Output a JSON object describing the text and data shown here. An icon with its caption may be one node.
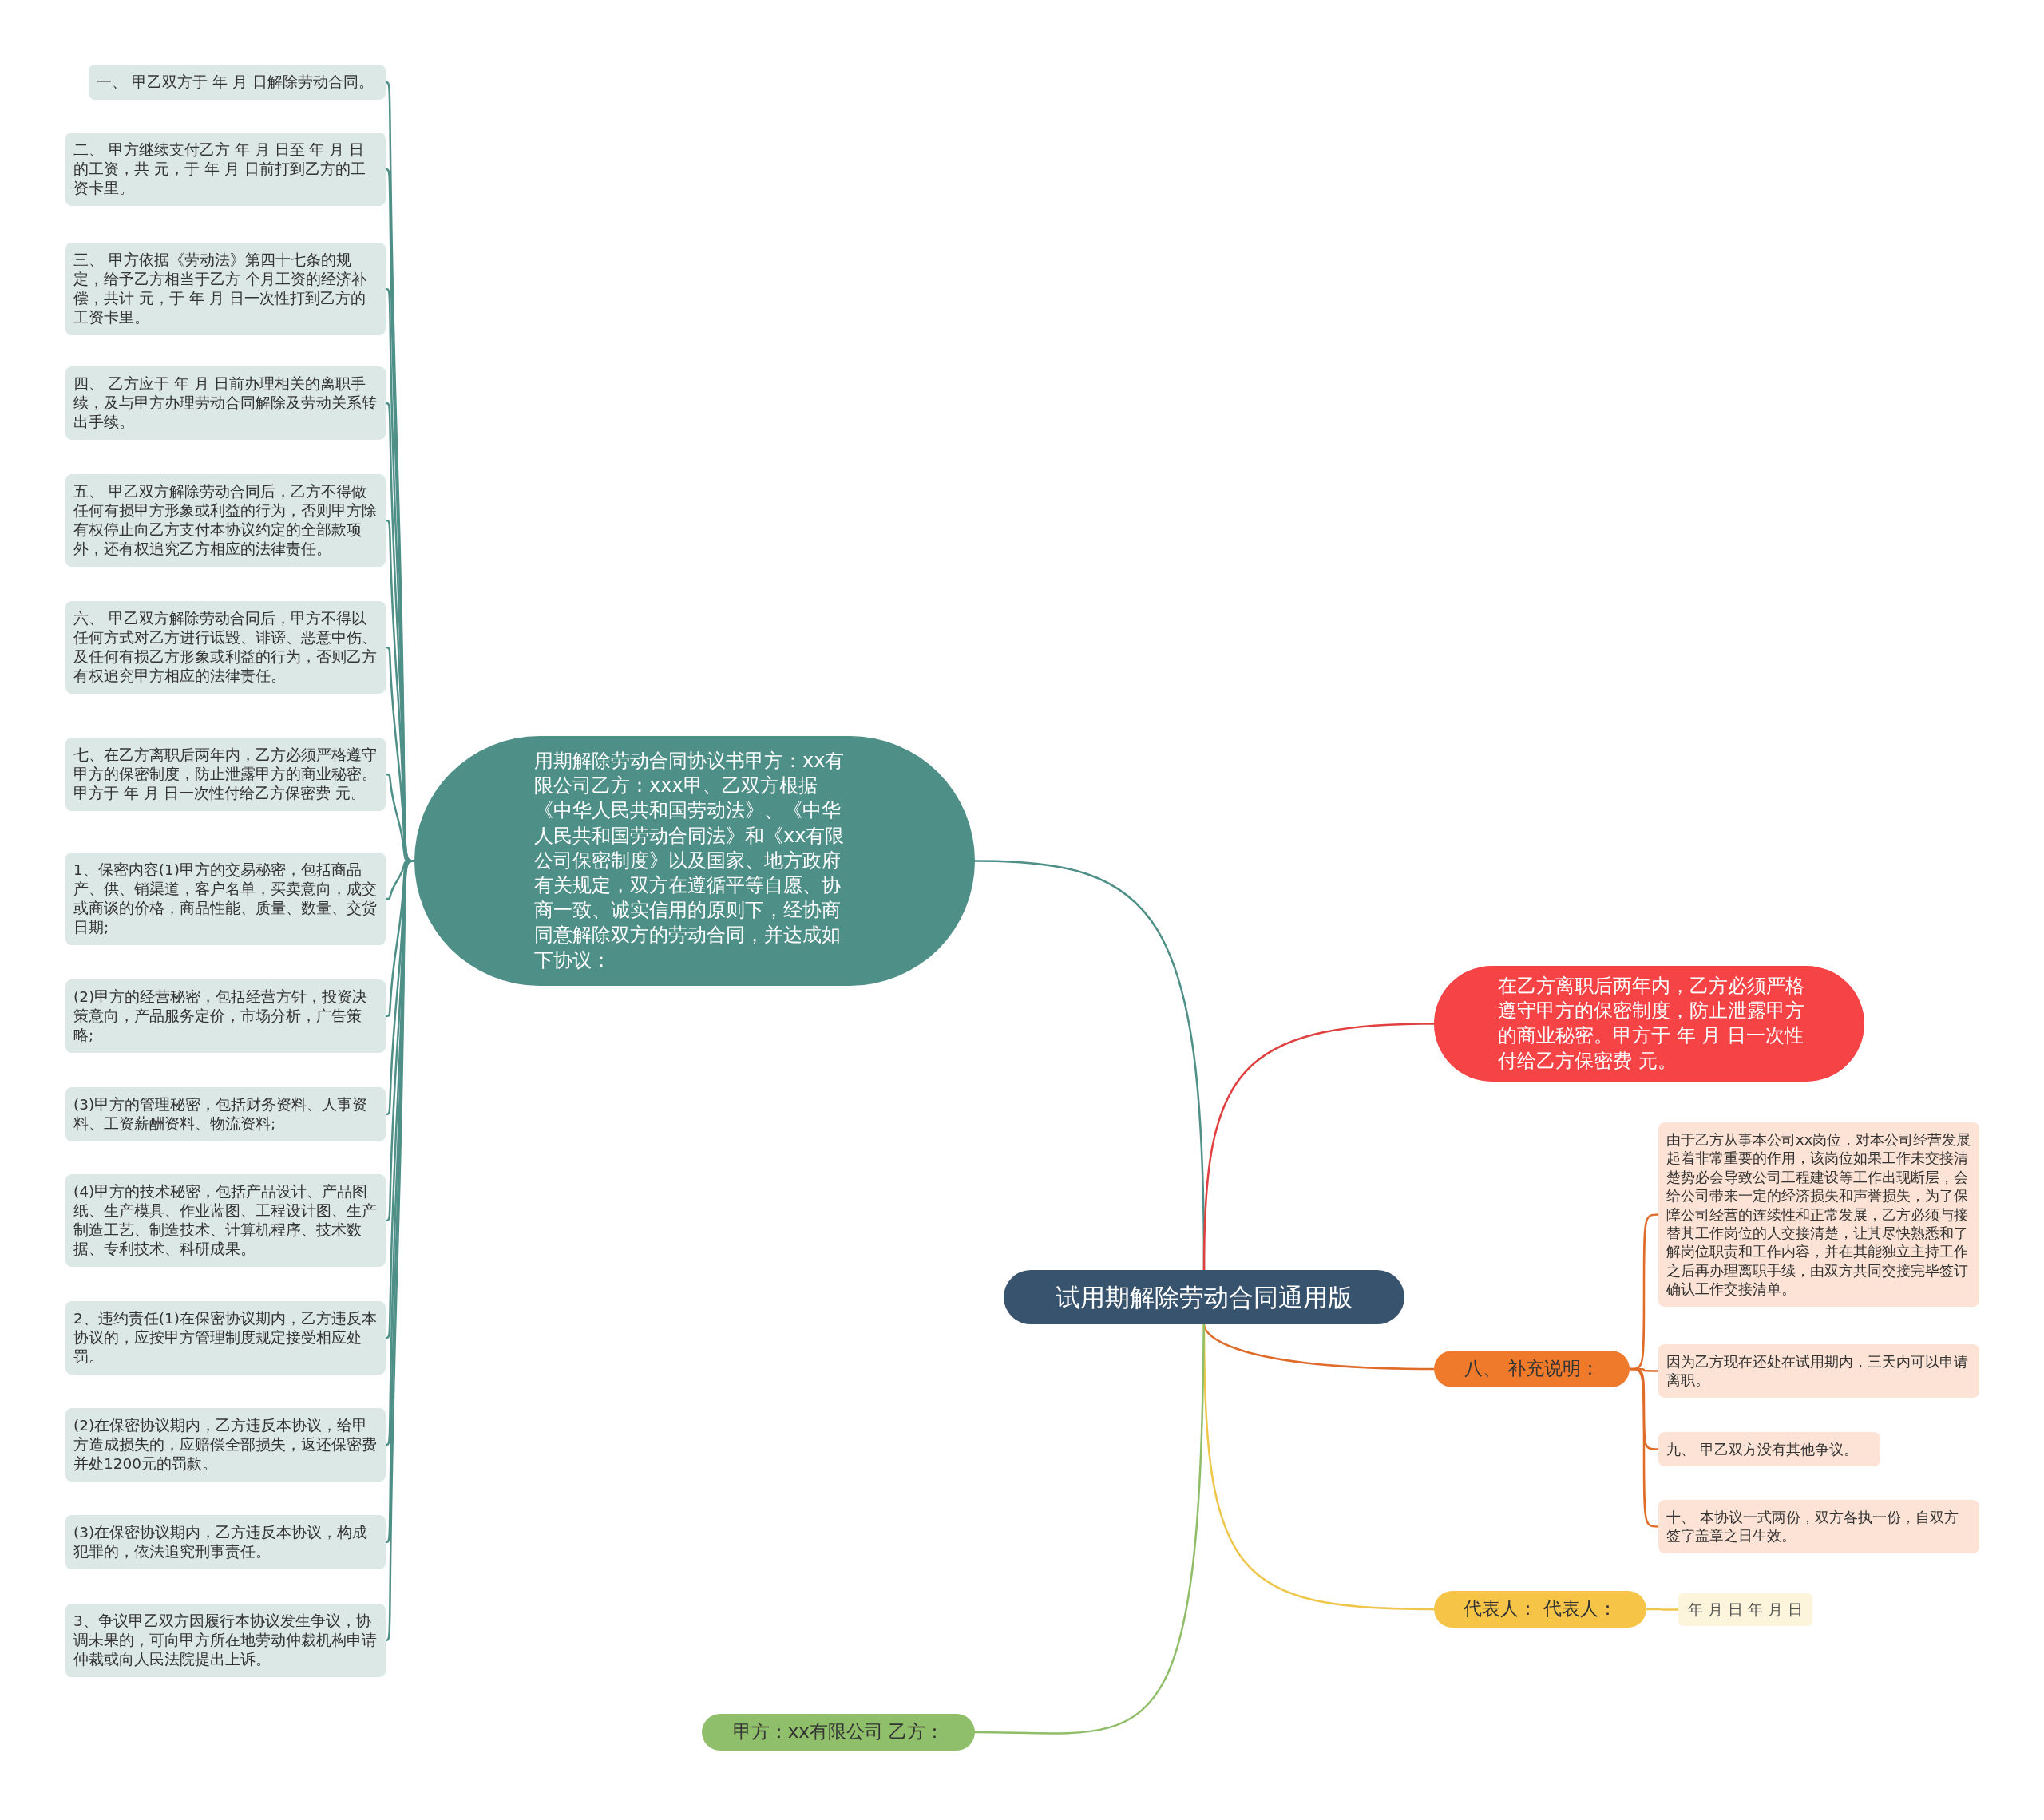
{
  "diagram": {
    "nodes": [
      {
        "text": [
          "试用期解除劳动合同通用版"
        ]
      },
      {
        "text": [
          "用期解除劳动合同协议书甲方：xx有限公司乙方：xxx甲、乙双方根据《中华人民共和国劳动法》、《中华人民共和国劳动合同法》和《xx有限公司保密制度》以及国家、地方政府有关规定，双方在遵循平等自愿、协商一致、诚实信用的原则下，经协商同意解除双方的劳动合同，并达成如下协议："
        ]
      },
      {
        "text": [
          "一、 甲乙双方于 年 月 日解除劳动合同。"
        ]
      },
      {
        "text": [
          "二、 甲方继续支付乙方 年 月 日至 年 月 日的工资，共 元，于 年 月 日前打到乙方的工资卡里。"
        ]
      },
      {
        "text": [
          "三、 甲方依据《劳动法》第四十七条的规定，给予乙方相当于乙方 个月工资的经济补偿，共计 元，于 年 月 日一次性打到乙方的工资卡里。"
        ]
      },
      {
        "text": [
          "四、 乙方应于 年 月 日前办理相关的离职手续，及与甲方办理劳动合同解除及劳动关系转出手续。"
        ]
      },
      {
        "text": [
          "五、 甲乙双方解除劳动合同后，乙方不得做任何有损甲方形象或利益的行为，否则甲方除有权停止向乙方支付本协议约定的全部款项外，还有权追究乙方相应的法律责任。"
        ]
      },
      {
        "text": [
          "六、 甲乙双方解除劳动合同后，甲方不得以任何方式对乙方进行诋毁、诽谤、恶意中伤、及任何有损乙方形象或利益的行为，否则乙方有权追究甲方相应的法律责任。"
        ]
      },
      {
        "text": [
          "七、在乙方离职后两年内，乙方必须严格遵守甲方的保密制度，防止泄露甲方的商业秘密。甲方于 年 月 日一次性付给乙方保密费 元。"
        ]
      },
      {
        "text": [
          "1、保密内容(1)甲方的交易秘密，包括商品产、供、销渠道，客户名单，买卖意向，成交或商谈的价格，商品性能、质量、数量、交货日期;"
        ]
      },
      {
        "text": [
          "(2)甲方的经营秘密，包括经营方针，投资决策意向，产品服务定价，市场分析，广告策略;"
        ]
      },
      {
        "text": [
          "(3)甲方的管理秘密，包括财务资料、人事资料、工资薪酬资料、物流资料;"
        ]
      },
      {
        "text": [
          "(4)甲方的技术秘密，包括产品设计、产品图纸、生产模具、作业蓝图、工程设计图、生产制造工艺、制造技术、计算机程序、技术数据、专利技术、科研成果。"
        ]
      },
      {
        "text": [
          "2、违约责任(1)在保密协议期内，乙方违反本协议的，应按甲方管理制度规定接受相应处罚。"
        ]
      },
      {
        "text": [
          "(2)在保密协议期内，乙方违反本协议，给甲方造成损失的，应赔偿全部损失，返还保密费并处1200元的罚款。"
        ]
      },
      {
        "text": [
          "(3)在保密协议期内，乙方违反本协议，构成犯罪的，依法追究刑事责任。"
        ]
      },
      {
        "text": [
          "3、争议甲乙双方因履行本协议发生争议，协调未果的，可向甲方所在地劳动仲裁机构申请仲裁或向人民法院提出上诉。"
        ]
      },
      {
        "text": [
          "在乙方离职后两年内，乙方必须严格遵守甲方的保密制度，防止泄露甲方的商业秘密。甲方于 年 月 日一次性付给乙方保密费 元。"
        ]
      },
      {
        "text": [
          "八、 补充说明："
        ]
      },
      {
        "text": [
          "由于乙方从事本公司xx岗位，对本公司经营发展起着非常重要的作用，该岗位如果工作未交接清楚势必会导致公司工程建设等工作出现断层，会给公司带来一定的经济损失和声誉损失，为了保障公司经营的连续性和正常发展，乙方必须与接替其工作岗位的人交接清楚，让其尽快熟悉和了解岗位职责和工作内容，并在其能独立主持工作之后再办理离职手续，由双方共同交接完毕签订确认工作交接清单。"
        ]
      },
      {
        "text": [
          "因为乙方现在还处在试用期内，三天内可以申请离职。"
        ]
      },
      {
        "text": [
          "九、 甲乙双方没有其他争议。"
        ]
      },
      {
        "text": [
          "十、 本协议一式两份，双方各执一份，自双方签字盖章之日生效。"
        ]
      },
      {
        "text": [
          "代表人： 代表人："
        ]
      },
      {
        "text": [
          "年 月 日 年 月 日"
        ]
      },
      {
        "text": [
          "甲方：xx有限公司 乙方："
        ]
      }
    ],
    "edges": [
      {
        "from": 0,
        "to": 1,
        "arrow": "none"
      },
      {
        "from": 1,
        "to": 2,
        "arrow": "none"
      },
      {
        "from": 1,
        "to": 3,
        "arrow": "none"
      },
      {
        "from": 1,
        "to": 4,
        "arrow": "none"
      },
      {
        "from": 1,
        "to": 5,
        "arrow": "none"
      },
      {
        "from": 1,
        "to": 6,
        "arrow": "none"
      },
      {
        "from": 1,
        "to": 7,
        "arrow": "none"
      },
      {
        "from": 1,
        "to": 8,
        "arrow": "none"
      },
      {
        "from": 1,
        "to": 9,
        "arrow": "none"
      },
      {
        "from": 1,
        "to": 10,
        "arrow": "none"
      },
      {
        "from": 1,
        "to": 11,
        "arrow": "none"
      },
      {
        "from": 1,
        "to": 12,
        "arrow": "none"
      },
      {
        "from": 1,
        "to": 13,
        "arrow": "none"
      },
      {
        "from": 1,
        "to": 14,
        "arrow": "none"
      },
      {
        "from": 1,
        "to": 15,
        "arrow": "none"
      },
      {
        "from": 1,
        "to": 16,
        "arrow": "none"
      },
      {
        "from": 0,
        "to": 17,
        "arrow": "none",
        "color": "#e0403f"
      },
      {
        "from": 0,
        "to": 18,
        "arrow": "none",
        "color": "#e06c2a"
      },
      {
        "from": 18,
        "to": 19,
        "arrow": "none",
        "color": "#e06c2a"
      },
      {
        "from": 18,
        "to": 20,
        "arrow": "none",
        "color": "#e06c2a"
      },
      {
        "from": 18,
        "to": 21,
        "arrow": "none",
        "color": "#e06c2a"
      },
      {
        "from": 18,
        "to": 22,
        "arrow": "none",
        "color": "#e06c2a"
      },
      {
        "from": 0,
        "to": 23,
        "arrow": "none",
        "color": "#efc64c"
      },
      {
        "from": 23,
        "to": 24,
        "arrow": "none",
        "color": "#efc64c"
      },
      {
        "from": 0,
        "to": 25,
        "arrow": "none",
        "color": "#8fbd68"
      }
    ]
  }
}
